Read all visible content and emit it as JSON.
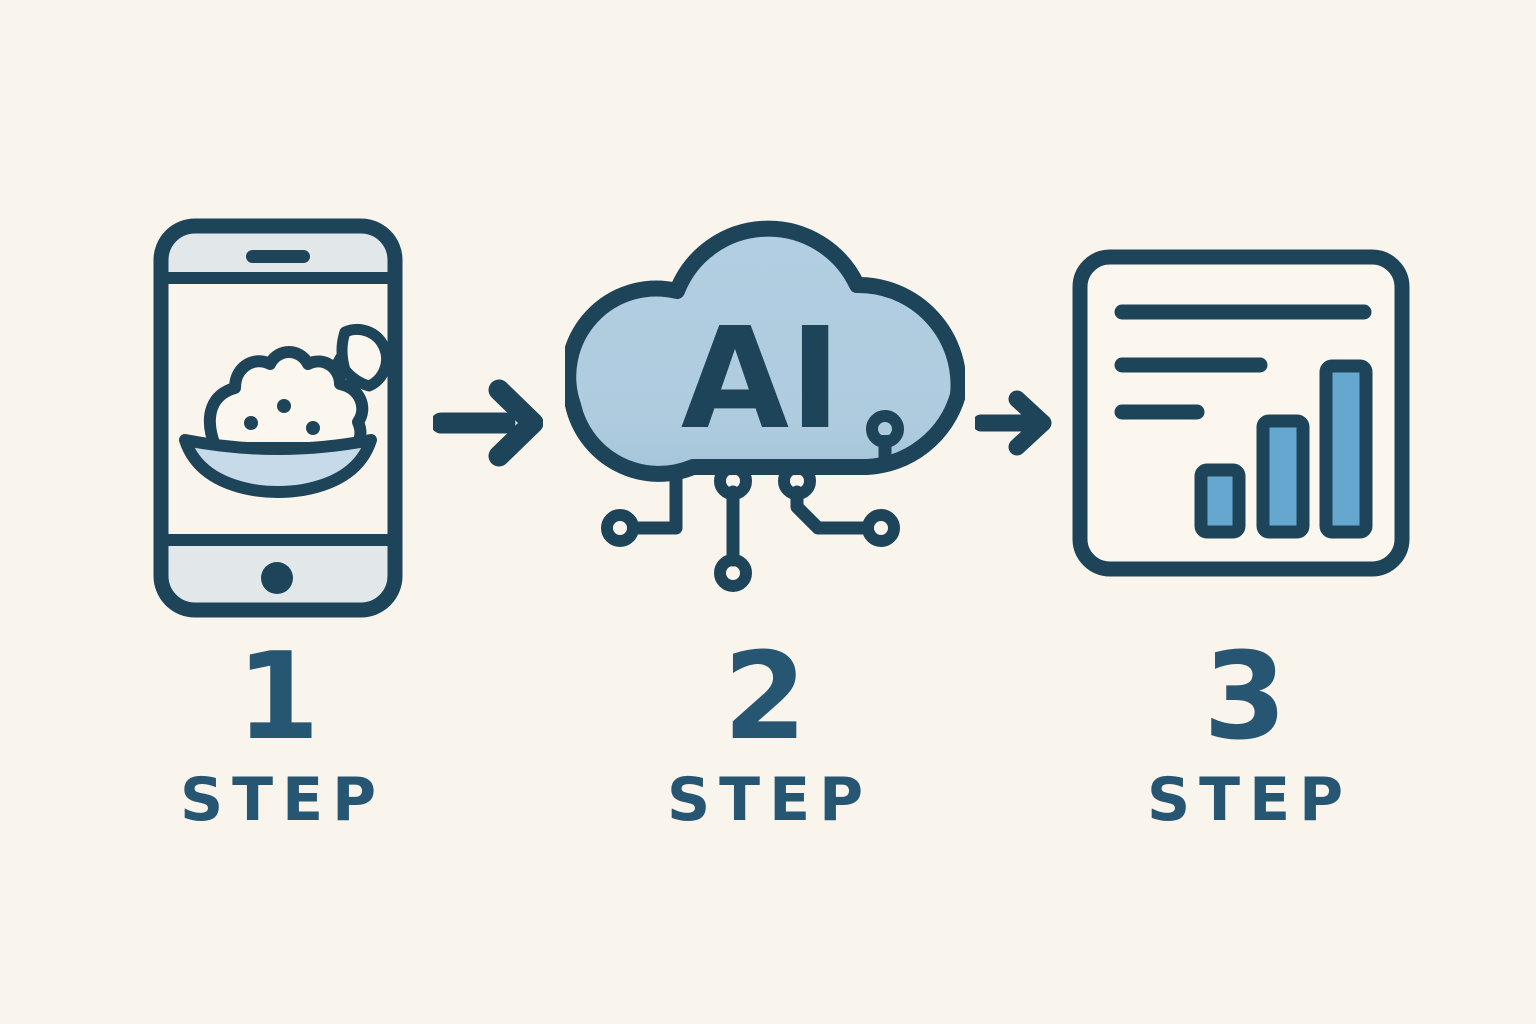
{
  "page": {
    "description": "Three-step AI process infographic: food photo on smartphone, AI cloud processing, report with bar chart"
  },
  "colors": {
    "background": "#faf5ec",
    "outline_navy": "#1e4459",
    "text_navy": "#265672",
    "cloud_fill_top": "#b2cee2",
    "cloud_fill_bottom": "#a5c5da",
    "plate_fill": "#c6dae9",
    "phone_band_fill": "#e2e8ea",
    "bar_fill": "#66a7d0",
    "surface_cream": "#fbf7ef"
  },
  "steps": [
    {
      "number": "1",
      "label": "STEP",
      "icon": "smartphone-food-icon"
    },
    {
      "number": "2",
      "label": "STEP",
      "icon": "ai-cloud-circuit-icon",
      "icon_text": "AI"
    },
    {
      "number": "3",
      "label": "STEP",
      "icon": "report-bar-chart-icon"
    }
  ],
  "connectors": [
    {
      "name": "arrow-step1-to-step2"
    },
    {
      "name": "arrow-step2-to-step3"
    }
  ]
}
